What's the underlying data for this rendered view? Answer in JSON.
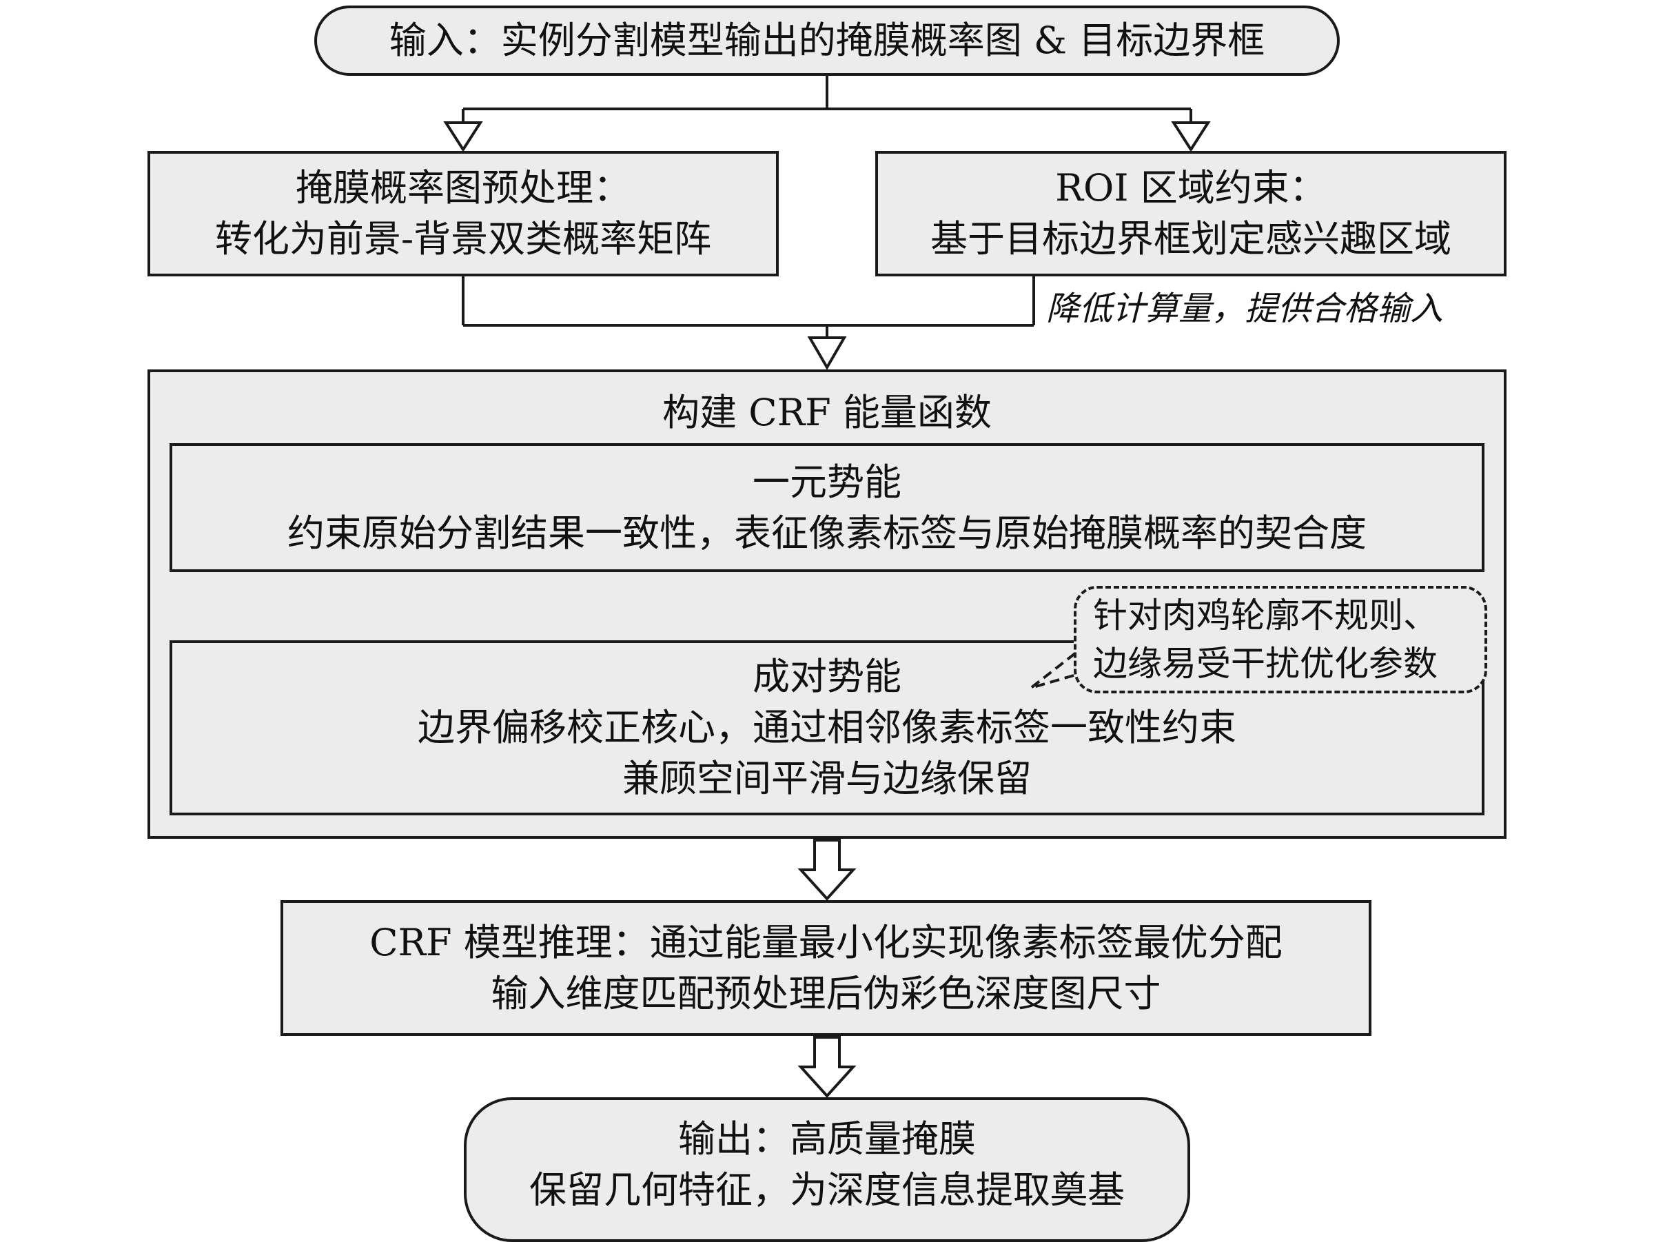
{
  "flowchart": {
    "input": {
      "label": "输入：实例分割模型输出的掩膜概率图 & 目标边界框"
    },
    "preprocess": {
      "title": "掩膜概率图预处理：",
      "desc": "转化为前景-背景双类概率矩阵"
    },
    "roi": {
      "title": "ROI 区域约束：",
      "desc": "基于目标边界框划定感兴趣区域",
      "note": "降低计算量，提供合格输入"
    },
    "crf_energy": {
      "title": "构建 CRF 能量函数",
      "unary": {
        "title": "一元势能",
        "desc": "约束原始分割结果一致性，表征像素标签与原始掩膜概率的契合度"
      },
      "pairwise": {
        "title": "成对势能",
        "desc1": "边界偏移校正核心，通过相邻像素标签一致性约束",
        "desc2": "兼顾空间平滑与边缘保留"
      },
      "callout": {
        "line1": "针对肉鸡轮廓不规则、",
        "line2": "边缘易受干扰优化参数"
      }
    },
    "inference": {
      "line1": "CRF 模型推理：通过能量最小化实现像素标签最优分配",
      "line2": "输入维度匹配预处理后伪彩色深度图尺寸"
    },
    "output": {
      "title": "输出：高质量掩膜",
      "desc": "保留几何特征，为深度信息提取奠基"
    }
  },
  "colors": {
    "box_fill": "#ececec",
    "stroke": "#1a1a1a",
    "background": "#ffffff"
  }
}
